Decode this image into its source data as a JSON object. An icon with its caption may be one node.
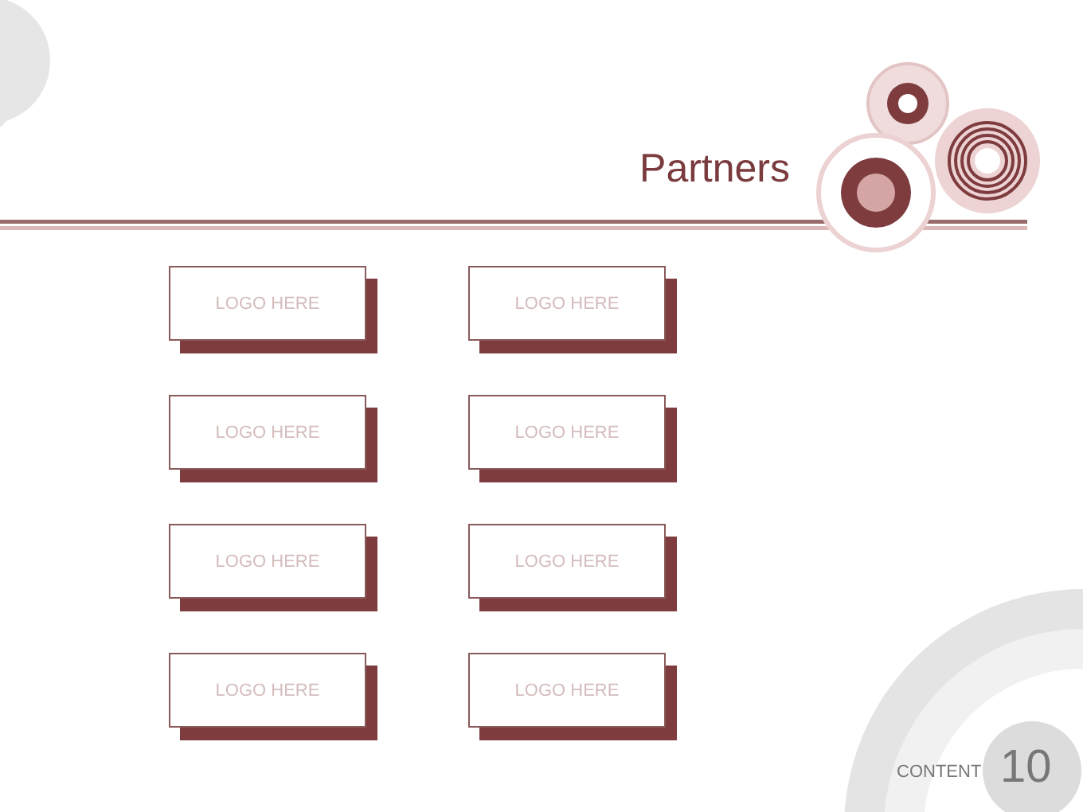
{
  "diagram": {
    "title": "Partners",
    "nodes": [
      {
        "text": [
          "LOGO HERE"
        ]
      },
      {
        "text": [
          "LOGO HERE"
        ]
      },
      {
        "text": [
          "LOGO HERE"
        ]
      },
      {
        "text": [
          "LOGO HERE"
        ]
      },
      {
        "text": [
          "LOGO HERE"
        ]
      },
      {
        "text": [
          "LOGO HERE"
        ]
      },
      {
        "text": [
          "LOGO HERE"
        ]
      },
      {
        "text": [
          "LOGO HERE"
        ]
      }
    ],
    "labels": [
      "CONTENT",
      "10"
    ]
  }
}
